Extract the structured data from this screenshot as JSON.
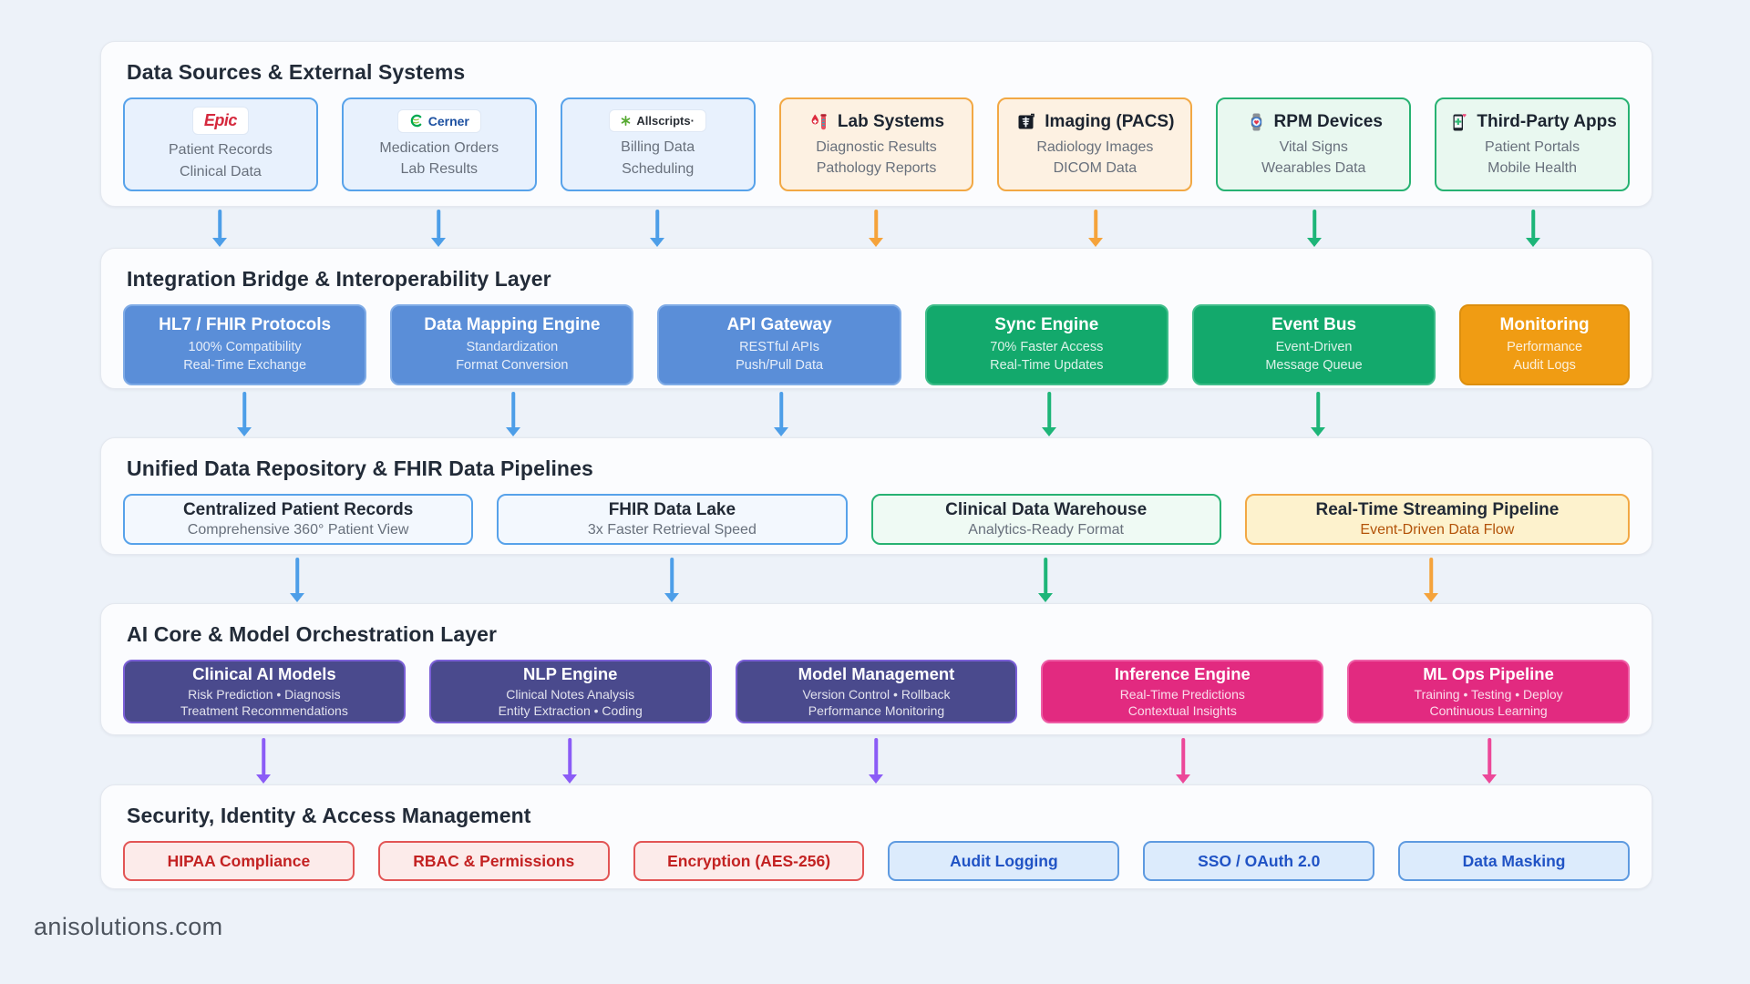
{
  "footer": "anisolutions.com",
  "colors": {
    "page_bg": "#edf2f9",
    "arrow_blue": "#4d9ee8",
    "arrow_orange": "#f5a33b",
    "arrow_green": "#1db578",
    "arrow_purple": "#8b5cf6",
    "arrow_pink": "#ec4899",
    "solid_blue": "#5a8ed8",
    "solid_green": "#13a96c",
    "solid_orange": "#f09c13",
    "solid_indigo": "#4a4a8d",
    "solid_pink": "#e22a80",
    "security_red": "#c32222",
    "security_blue": "#2053c5"
  },
  "l1": {
    "title": "Data Sources & External Systems",
    "cards": [
      {
        "logo": "Epic",
        "icon": "epic-logo",
        "lines": [
          "Patient Records",
          "Clinical Data"
        ]
      },
      {
        "logo": "Cerner",
        "icon": "cerner-logo",
        "lines": [
          "Medication Orders",
          "Lab Results"
        ]
      },
      {
        "logo": "Allscripts·",
        "icon": "allscripts-logo",
        "lines": [
          "Billing Data",
          "Scheduling"
        ]
      },
      {
        "title": "Lab Systems",
        "icon": "lab-test-icon",
        "lines": [
          "Diagnostic Results",
          "Pathology Reports"
        ]
      },
      {
        "title": "Imaging (PACS)",
        "icon": "xray-icon",
        "lines": [
          "Radiology Images",
          "DICOM Data"
        ]
      },
      {
        "title": "RPM Devices",
        "icon": "smartwatch-icon",
        "lines": [
          "Vital Signs",
          "Wearables Data"
        ]
      },
      {
        "title": "Third-Party Apps",
        "icon": "mobile-health-icon",
        "lines": [
          "Patient Portals",
          "Mobile Health"
        ]
      }
    ]
  },
  "l2": {
    "title": "Integration Bridge & Interoperability Layer",
    "cards": [
      {
        "title": "HL7 / FHIR Protocols",
        "lines": [
          "100% Compatibility",
          "Real-Time Exchange"
        ]
      },
      {
        "title": "Data Mapping Engine",
        "lines": [
          "Standardization",
          "Format Conversion"
        ]
      },
      {
        "title": "API Gateway",
        "lines": [
          "RESTful APIs",
          "Push/Pull Data"
        ]
      },
      {
        "title": "Sync Engine",
        "lines": [
          "70% Faster Access",
          "Real-Time Updates"
        ]
      },
      {
        "title": "Event Bus",
        "lines": [
          "Event-Driven",
          "Message Queue"
        ]
      },
      {
        "title": "Monitoring",
        "lines": [
          "Performance",
          "Audit Logs"
        ]
      }
    ]
  },
  "l3": {
    "title": "Unified Data Repository & FHIR Data Pipelines",
    "cards": [
      {
        "title": "Centralized Patient Records",
        "subtitle": "Comprehensive 360° Patient View"
      },
      {
        "title": "FHIR Data Lake",
        "subtitle": "3x Faster Retrieval Speed"
      },
      {
        "title": "Clinical Data Warehouse",
        "subtitle": "Analytics-Ready Format"
      },
      {
        "title": "Real-Time Streaming Pipeline",
        "subtitle": "Event-Driven Data Flow"
      }
    ]
  },
  "l4": {
    "title": "AI Core & Model Orchestration Layer",
    "cards": [
      {
        "title": "Clinical AI Models",
        "lines": [
          "Risk Prediction • Diagnosis",
          "Treatment Recommendations"
        ]
      },
      {
        "title": "NLP Engine",
        "lines": [
          "Clinical Notes Analysis",
          "Entity Extraction • Coding"
        ]
      },
      {
        "title": "Model Management",
        "lines": [
          "Version Control • Rollback",
          "Performance Monitoring"
        ]
      },
      {
        "title": "Inference Engine",
        "lines": [
          "Real-Time Predictions",
          "Contextual Insights"
        ]
      },
      {
        "title": "ML Ops Pipeline",
        "lines": [
          "Training • Testing • Deploy",
          "Continuous Learning"
        ]
      }
    ]
  },
  "l5": {
    "title": "Security, Identity & Access Management",
    "pills": [
      {
        "label": "HIPAA Compliance"
      },
      {
        "label": "RBAC & Permissions"
      },
      {
        "label": "Encryption (AES-256)"
      },
      {
        "label": "Audit Logging"
      },
      {
        "label": "SSO / OAuth 2.0"
      },
      {
        "label": "Data Masking"
      }
    ]
  }
}
